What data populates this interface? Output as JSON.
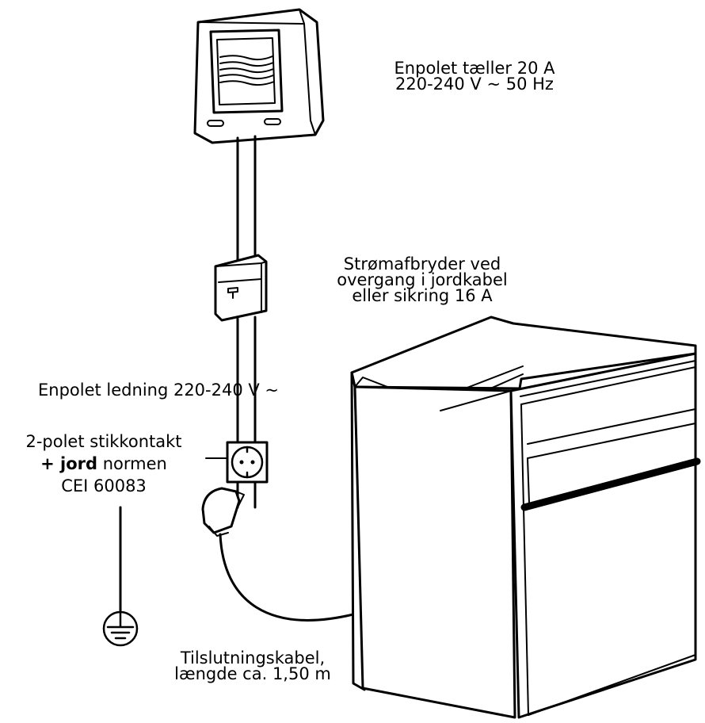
{
  "labels": {
    "meter_line1": "Enpolet tæller 20 A",
    "meter_line2": "220-240 V ~ 50 Hz",
    "breaker_line1": "Strømafbryder ved",
    "breaker_line2": "overgang i jordkabel",
    "breaker_line3": "eller sikring 16 A",
    "line_label": "Enpolet ledning 220-240 V ~",
    "socket_line1": "2-polet stikkontakt",
    "socket_bold": "+ jord",
    "socket_rest": " normen",
    "socket_line3": "CEI 60083",
    "cable_line1": "Tilslutningskabel,",
    "cable_line2": "længde ca. 1,50 m"
  },
  "icons": {
    "meter": "electricity-meter-icon",
    "breaker": "circuit-breaker-icon",
    "socket": "earthed-socket-icon",
    "plug": "plug-icon",
    "ground": "ground-symbol-icon",
    "oven": "built-in-oven"
  }
}
